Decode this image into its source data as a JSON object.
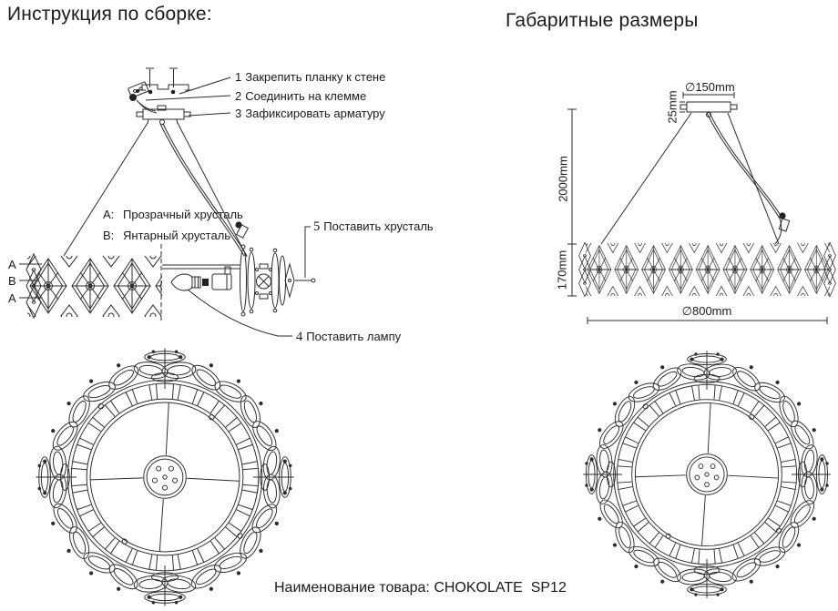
{
  "page": {
    "title_assembly": "Инструкция по сборке:",
    "title_dimensions": "Габаритные размеры",
    "product_label": "Наименование товара: CHOKOLATE  SP12"
  },
  "assembly": {
    "steps": [
      {
        "num": "1",
        "text": "Закрепить планку к стене"
      },
      {
        "num": "2",
        "text": "Соединить на клемме"
      },
      {
        "num": "3",
        "text": "Зафиксировать арматуру"
      },
      {
        "num": "4",
        "text": "Поставить лампу"
      },
      {
        "num": "5",
        "text": "Поставить хрусталь"
      }
    ],
    "crystal_legend": [
      {
        "key": "A:",
        "text": "Прозрачный хрусталь"
      },
      {
        "key": "B:",
        "text": "Янтарный хрусталь"
      }
    ],
    "band_markers": [
      "A",
      "B",
      "A"
    ]
  },
  "dimensions": {
    "canopy_diameter": "∅150mm",
    "canopy_height": "25mm",
    "drop_height": "2000mm",
    "band_height": "170mm",
    "fixture_diameter": "∅800mm"
  },
  "colors": {
    "ink": "#2b2b2b",
    "background": "#ffffff"
  }
}
